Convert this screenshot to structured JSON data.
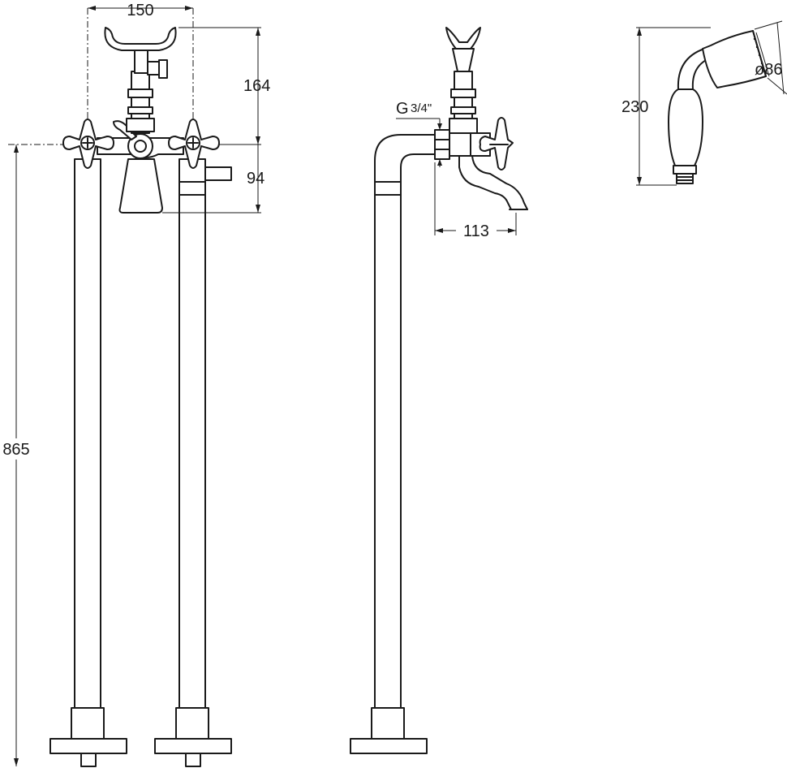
{
  "dimensions": {
    "width_top": "150",
    "height_head": "164",
    "height_spout": "94",
    "height_total": "865",
    "thread_label_G": "G",
    "thread_label_frac": "3/4\"",
    "spout_reach": "113",
    "shower_length": "230",
    "shower_diameter": "ø86"
  },
  "colors": {
    "line": "#1a1a1a",
    "background": "#ffffff"
  }
}
